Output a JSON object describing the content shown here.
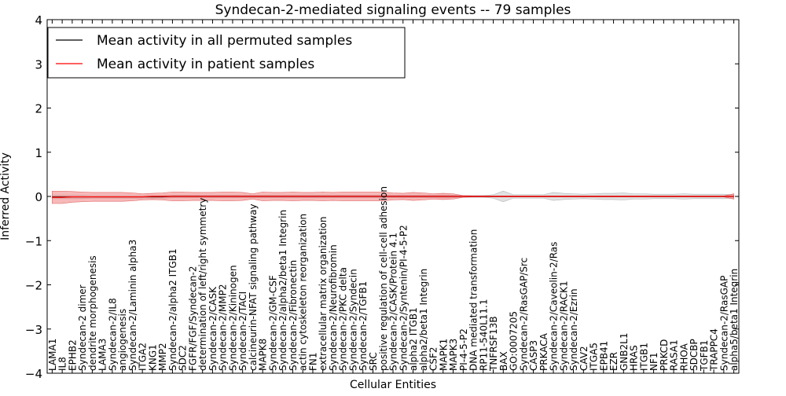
{
  "chart_data": {
    "type": "line",
    "title": "Syndecan-2-mediated signaling events -- 79 samples",
    "xlabel": "Cellular Entities",
    "ylabel": "Inferred Activity",
    "ylim": [
      -4,
      4
    ],
    "yticks": [
      -4,
      -3,
      -2,
      -1,
      0,
      1,
      2,
      3,
      4
    ],
    "grid": false,
    "legend_position": "top-left",
    "categories": [
      "LAMA1",
      "IL8",
      "EPHB2",
      "Syndecan-2 dimer",
      "dendrite morphogenesis",
      "LAMA3",
      "Syndecan-2/IL8",
      "angiogenesis",
      "Syndecan-2/Laminin alpha3",
      "ITGA2",
      "KNG1",
      "MMP2",
      "Syndecan-2/alpha2 ITGB1",
      "SDC2",
      "FGFR/FGF/Syndecan-2",
      "determination of left/right symmetry",
      "Syndecan-2/CASK",
      "Syndecan-2/MMP2",
      "Syndecan-2/Kininogen",
      "Syndecan-2/TACI",
      "calcineurin-NFAT signaling pathway",
      "MAPK8",
      "Syndecan-2/GM-CSF",
      "Syndecan-2/alpha2/beta1 Integrin",
      "Syndecan-2/Fibronectin",
      "actin cytoskeleton reorganization",
      "FN1",
      "extracellular matrix organization",
      "Syndecan-2/Neurofibromin",
      "Syndecan-2/PKC delta",
      "Syndecan-2/Syndecin",
      "Syndecan-2/TGFB1",
      "SRC",
      "positive regulation of cell-cell adhesion",
      "Syndecan-2/CASK/Protein 4.1",
      "Syndecan-2/Syntenin/PI-4-5-P2",
      "alpha2 ITGB1",
      "alpha2/beta1 Integrin",
      "CSF2",
      "MAPK1",
      "MAPK3",
      "PI-4-5-P2",
      "DNA mediated transformation",
      "RP11-540L11.1",
      "TNFRSF13B",
      "BAX",
      "GO:0007205",
      "Syndecan-2/RasGAP/Src",
      "CASP3",
      "PRKACA",
      "Syndecan-2/Caveolin-2/Ras",
      "Syndecan-2/RACK1",
      "Syndecan-2/Ezrin",
      "CAV2",
      "ITGA5",
      "EPB41",
      "EZR",
      "GNB2L1",
      "HRAS",
      "ITGB1",
      "NF1",
      "PRKCD",
      "RASA1",
      "RHOA",
      "SDCBP",
      "TGFB1",
      "TRAPPC4",
      "Syndecan-2/RasGAP",
      "alpha5/beta1 Integrin"
    ],
    "series": [
      {
        "name": "Mean activity in all permuted samples",
        "color": "#000000",
        "values": [
          -0.01,
          -0.01,
          -0.01,
          -0.01,
          -0.01,
          -0.01,
          -0.01,
          -0.01,
          -0.01,
          -0.01,
          -0.01,
          -0.01,
          0.0,
          0.0,
          0.0,
          0.0,
          0.0,
          0.0,
          0.0,
          0.0,
          0.0,
          0.0,
          0.0,
          0.0,
          0.0,
          0.0,
          0.0,
          0.0,
          0.0,
          0.0,
          0.0,
          0.0,
          0.0,
          0.0,
          0.0,
          0.0,
          0.0,
          0.0,
          0.0,
          0.0,
          0.0,
          0.0,
          0.0,
          0.0,
          0.0,
          0.0,
          0.0,
          0.0,
          0.0,
          0.0,
          0.0,
          0.0,
          0.0,
          0.0,
          0.0,
          0.0,
          0.0,
          0.0,
          0.0,
          0.0,
          0.0,
          0.0,
          0.0,
          0.0,
          0.0,
          0.0,
          0.0,
          0.0,
          0.0
        ],
        "band": [
          0.04,
          0.04,
          0.04,
          0.04,
          0.03,
          0.03,
          0.03,
          0.03,
          0.03,
          0.03,
          0.03,
          0.03,
          0.03,
          0.03,
          0.03,
          0.03,
          0.03,
          0.03,
          0.03,
          0.03,
          0.03,
          0.03,
          0.03,
          0.03,
          0.03,
          0.03,
          0.03,
          0.03,
          0.03,
          0.03,
          0.03,
          0.03,
          0.03,
          0.03,
          0.03,
          0.03,
          0.03,
          0.03,
          0.03,
          0.03,
          0.03,
          0.02,
          0.02,
          0.02,
          0.04,
          0.12,
          0.04,
          0.04,
          0.04,
          0.04,
          0.09,
          0.07,
          0.06,
          0.05,
          0.06,
          0.07,
          0.07,
          0.08,
          0.06,
          0.06,
          0.05,
          0.05,
          0.05,
          0.06,
          0.05,
          0.05,
          0.05,
          0.05,
          0.04
        ]
      },
      {
        "name": "Mean activity in patient samples",
        "color": "#ff0000",
        "values": [
          -0.02,
          -0.02,
          -0.01,
          -0.01,
          -0.01,
          -0.01,
          -0.01,
          -0.01,
          -0.01,
          -0.01,
          0.0,
          0.0,
          0.0,
          0.0,
          0.0,
          0.0,
          0.0,
          0.0,
          0.0,
          0.0,
          0.0,
          0.0,
          0.0,
          0.0,
          0.0,
          0.0,
          0.0,
          0.0,
          0.0,
          0.0,
          0.0,
          0.0,
          0.0,
          0.0,
          0.0,
          0.0,
          0.0,
          0.0,
          0.0,
          0.0,
          0.0,
          0.0,
          0.0,
          0.0,
          0.0,
          0.0,
          0.0,
          0.0,
          0.0,
          0.0,
          0.0,
          0.0,
          0.0,
          0.0,
          0.0,
          0.0,
          0.0,
          0.0,
          0.0,
          0.0,
          0.0,
          0.0,
          0.0,
          0.0,
          0.0,
          0.0,
          0.0,
          0.0,
          0.0
        ],
        "band": [
          0.14,
          0.14,
          0.12,
          0.11,
          0.1,
          0.1,
          0.1,
          0.1,
          0.09,
          0.07,
          0.07,
          0.08,
          0.1,
          0.1,
          0.09,
          0.09,
          0.09,
          0.1,
          0.1,
          0.09,
          0.06,
          0.1,
          0.09,
          0.09,
          0.1,
          0.09,
          0.09,
          0.1,
          0.09,
          0.1,
          0.1,
          0.1,
          0.1,
          0.1,
          0.08,
          0.07,
          0.09,
          0.08,
          0.06,
          0.07,
          0.06,
          0.02,
          0.01,
          0.01,
          0.01,
          0.01,
          0.01,
          0.01,
          0.01,
          0.01,
          0.01,
          0.01,
          0.01,
          0.01,
          0.01,
          0.01,
          0.01,
          0.01,
          0.01,
          0.01,
          0.01,
          0.01,
          0.01,
          0.01,
          0.01,
          0.01,
          0.01,
          0.01,
          0.06
        ]
      }
    ]
  }
}
